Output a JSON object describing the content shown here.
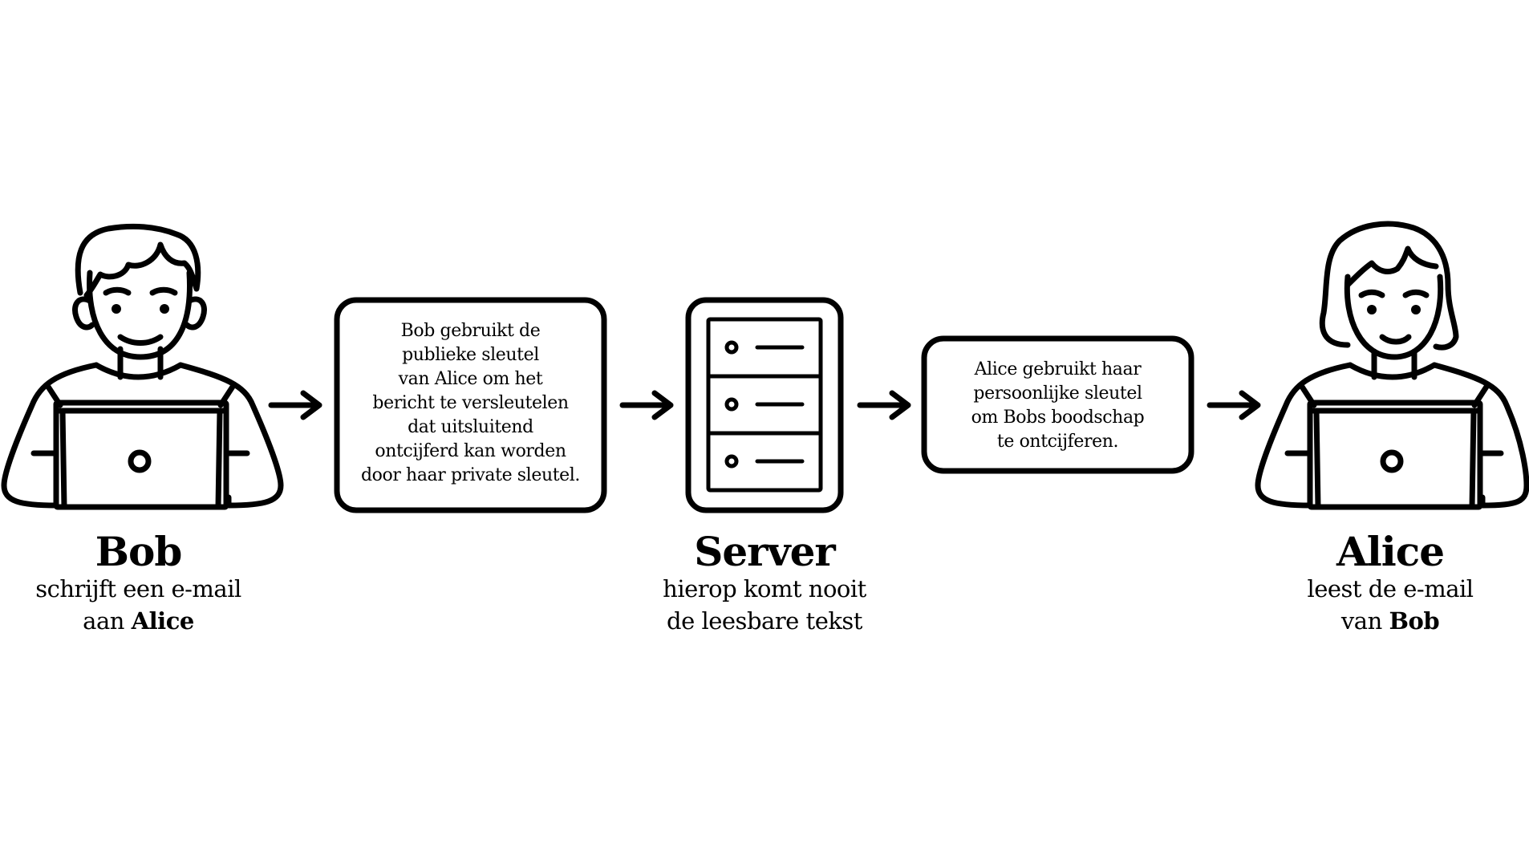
{
  "bob": {
    "name": "Bob",
    "desc_line1": "schrijft een e-mail",
    "desc_line2_prefix": "aan ",
    "desc_line2_bold": "Alice"
  },
  "message_box": {
    "lines": [
      "Bob gebruikt de",
      "publieke sleutel",
      "van Alice om het",
      "bericht te versleutelen",
      "dat uitsluitend",
      "ontcijferd kan worden",
      "door haar private sleutel."
    ]
  },
  "server": {
    "name": "Server",
    "desc_line1": "hierop komt nooit",
    "desc_line2": "de leesbare tekst"
  },
  "decrypt_box": {
    "lines": [
      "Alice gebruikt haar",
      "persoonlijke sleutel",
      "om Bobs boodschap",
      "te ontcijferen."
    ]
  },
  "alice": {
    "name": "Alice",
    "desc_line1": "leest de e-mail",
    "desc_line2_prefix": "van ",
    "desc_line2_bold": "Bob"
  },
  "icons": [
    "bob-person-icon",
    "arrow-right-icon",
    "server-icon",
    "alice-person-icon"
  ],
  "colors": {
    "stroke": "#000000",
    "background": "#ffffff"
  }
}
